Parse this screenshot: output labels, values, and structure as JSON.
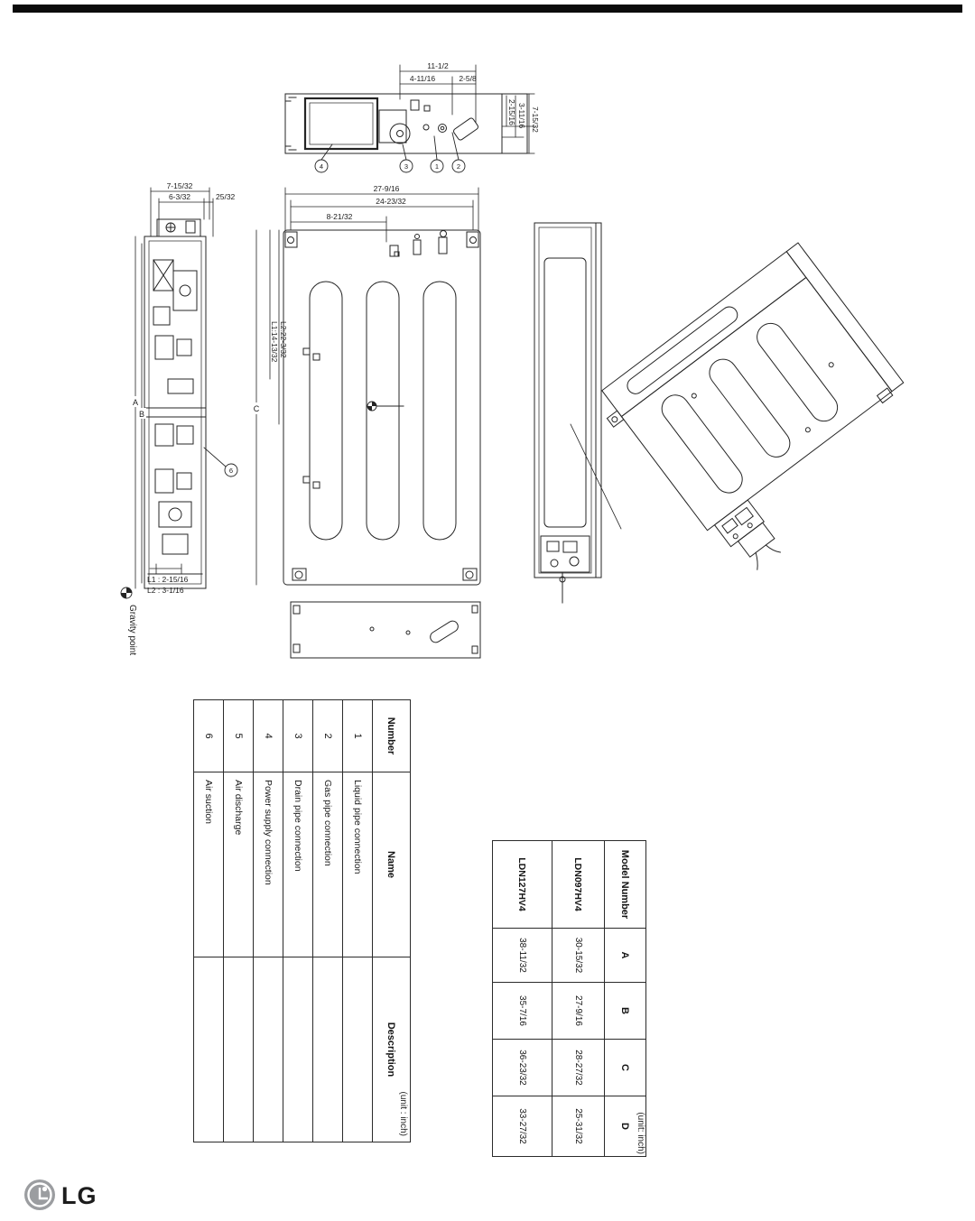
{
  "drawings": {
    "top_view": {
      "dim_total": "11-1/2",
      "dim_a": "4-11/16",
      "dim_b": "2-5/8",
      "dim_depth1": "2-15/16",
      "dim_depth2": "3-11/16",
      "dim_depth3": "7-15/32",
      "callouts": [
        "4",
        "3",
        "1",
        "2"
      ]
    },
    "side_view": {
      "dim_top1": "7-15/32",
      "dim_top2": "6-3/32",
      "dim_top3": "25/32",
      "label_a": "A",
      "label_b": "B",
      "dim_bottom1": "L1 : 2-15/16",
      "dim_bottom2": "L2 : 3-1/16",
      "callout": "6"
    },
    "front_view": {
      "dim_w1": "27-9/16",
      "dim_w2": "24-23/32",
      "dim_w3": "8-21/32",
      "dim_l1": "L1:14-13/32",
      "dim_l2": "L2:22-3/32",
      "label_c": "C"
    },
    "gravity_label": "Gravity point"
  },
  "parts_table": {
    "col_number": "Number",
    "col_name": "Name",
    "col_description": "Description",
    "unit_note": "(unit : inch)",
    "rows": [
      {
        "number": "1",
        "name": "Liquid pipe connection",
        "description": ""
      },
      {
        "number": "2",
        "name": "Gas pipe connection",
        "description": ""
      },
      {
        "number": "3",
        "name": "Drain pipe connection",
        "description": ""
      },
      {
        "number": "4",
        "name": "Power supply connection",
        "description": ""
      },
      {
        "number": "5",
        "name": "Air discharge",
        "description": ""
      },
      {
        "number": "6",
        "name": "Air suction",
        "description": ""
      }
    ]
  },
  "model_table": {
    "col_model": "Model Number",
    "col_a": "A",
    "col_b": "B",
    "col_c": "C",
    "col_d": "D",
    "unit_note": "(unit: inch)",
    "rows": [
      {
        "model": "LDN097HV4",
        "a": "30-15/32",
        "b": "27-9/16",
        "c": "28-27/32",
        "d": "25-31/32"
      },
      {
        "model": "LDN127HV4",
        "a": "38-11/32",
        "b": "35-7/16",
        "c": "36-23/32",
        "d": "33-27/32"
      }
    ]
  },
  "logo": {
    "text": "LG"
  }
}
